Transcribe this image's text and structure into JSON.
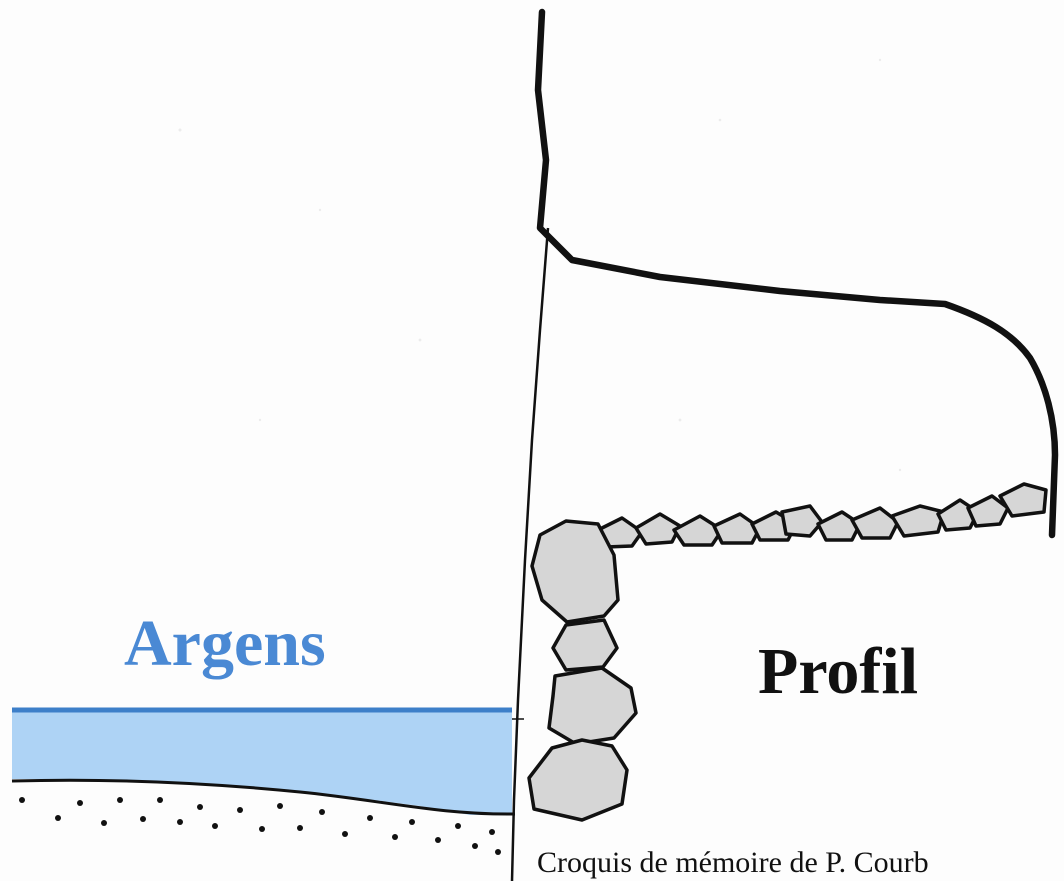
{
  "labels": {
    "river": "Argens",
    "profile": "Profil",
    "caption": "Croquis de mémoire de P. Courb"
  },
  "colors": {
    "river_text": "#4a89d4",
    "water_fill": "#aed3f5",
    "water_surface": "#3d7fc9",
    "stone_fill": "#d6d6d6",
    "ink": "#111111"
  }
}
